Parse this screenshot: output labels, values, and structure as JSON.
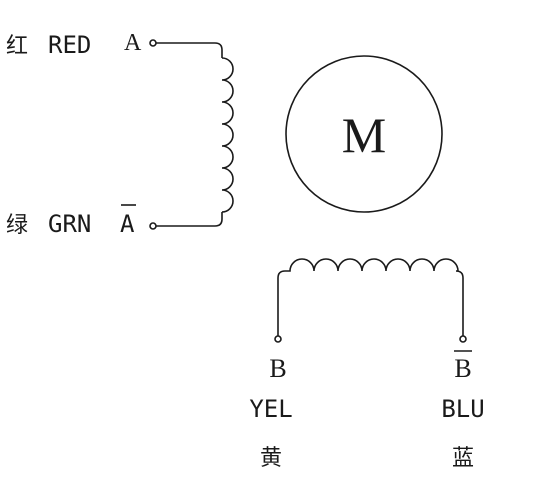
{
  "phase_a": {
    "top": {
      "cn": "红",
      "en": "RED",
      "pin": "A"
    },
    "bottom": {
      "cn": "绿",
      "en": "GRN",
      "pin": "A"
    }
  },
  "motor": {
    "label": "M"
  },
  "phase_b": {
    "left": {
      "pin": "B",
      "en": "YEL",
      "cn": "黄"
    },
    "right": {
      "pin": "B",
      "en": "BLU",
      "cn": "蓝"
    }
  }
}
